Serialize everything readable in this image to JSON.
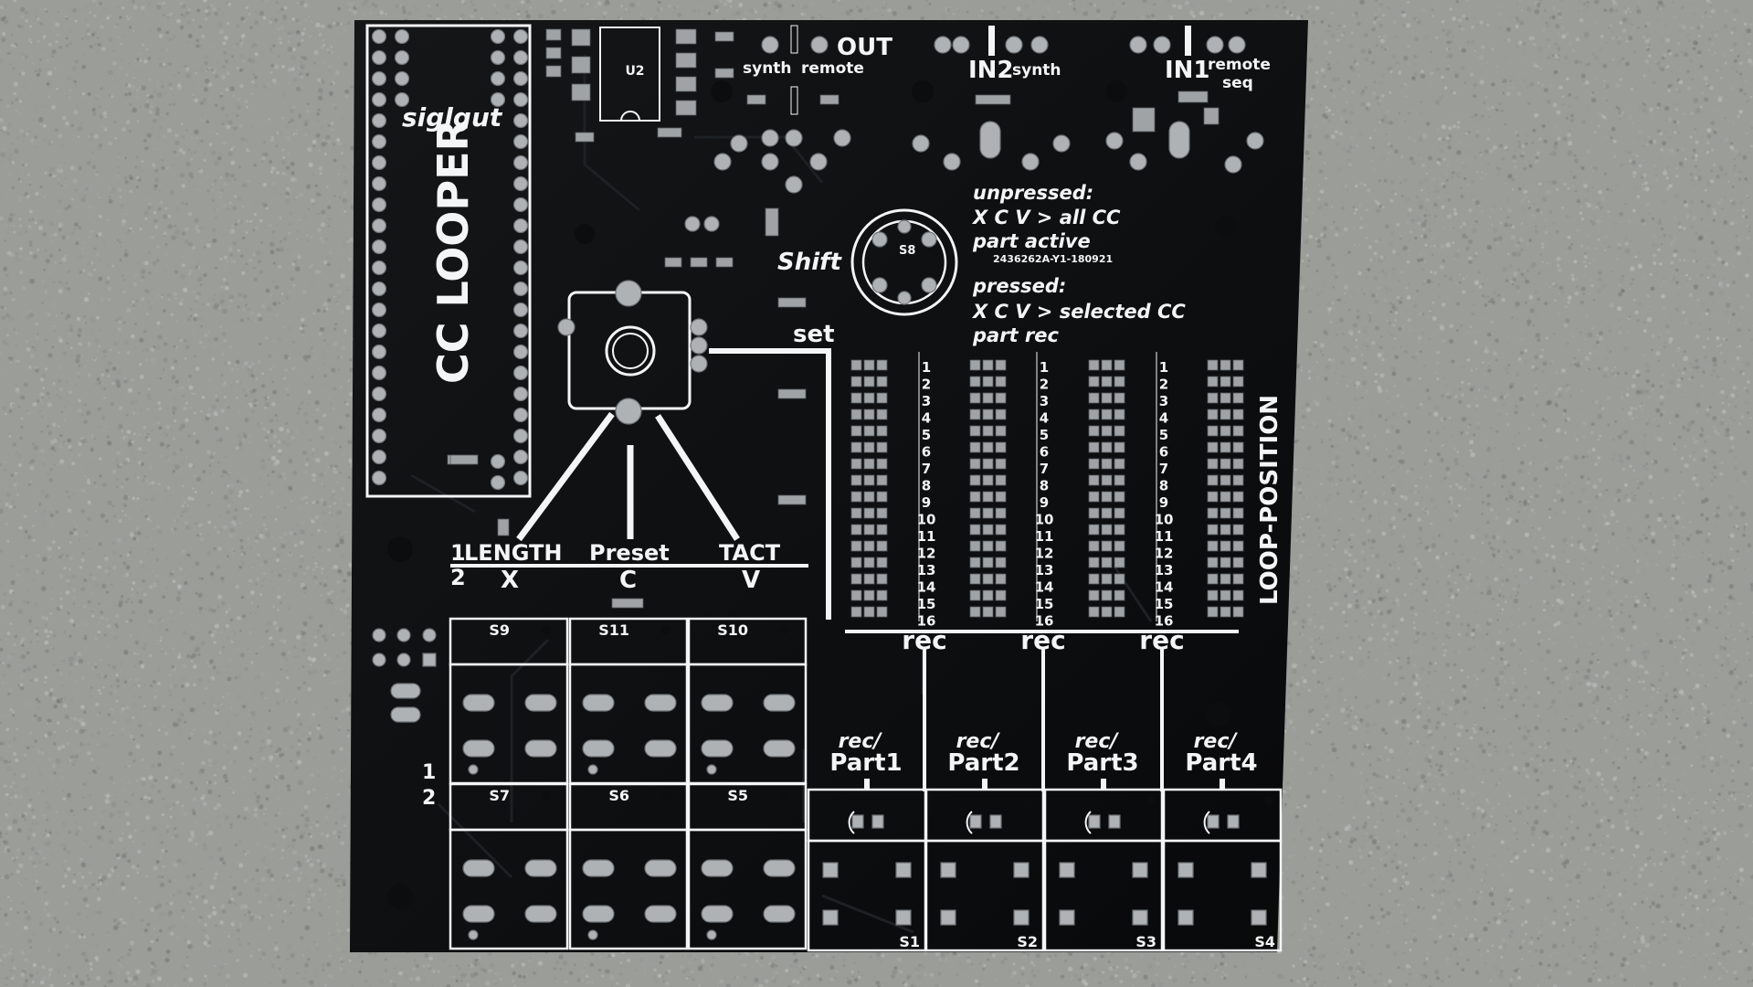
{
  "board": {
    "brand": "siglgut",
    "title": "CC LOOPER",
    "chip": "U2",
    "serial": "2436262A-Y1-180921",
    "side_label": "LOOP-POSITION"
  },
  "jacks": {
    "out": {
      "name": "OUT",
      "left": "synth",
      "right": "remote"
    },
    "in2": {
      "name": "IN2",
      "right": "synth"
    },
    "in1": {
      "name": "IN1",
      "right_top": "remote",
      "right_bottom": "seq"
    }
  },
  "help": {
    "l1": "unpressed:",
    "l2": "X C V > all CC",
    "l3": "part active",
    "l4": "pressed:",
    "l5": "X C V > selected CC",
    "l6": "part rec"
  },
  "shift": {
    "label": "Shift",
    "switch": "S8"
  },
  "encoder": {
    "set_label": "set"
  },
  "pots": {
    "row1_num": "1",
    "row2_num": "2",
    "length": "LENGTH",
    "preset": "Preset",
    "tact": "TACT",
    "x": "X",
    "c": "C",
    "v": "V"
  },
  "steps": [
    "1",
    "2",
    "3",
    "4",
    "5",
    "6",
    "7",
    "8",
    "9",
    "10",
    "11",
    "12",
    "13",
    "14",
    "15",
    "16"
  ],
  "rec_labels": [
    "rec",
    "rec",
    "rec"
  ],
  "parts": [
    {
      "top": "rec/",
      "bottom": "Part1",
      "switch": "S1"
    },
    {
      "top": "rec/",
      "bottom": "Part2",
      "switch": "S2"
    },
    {
      "top": "rec/",
      "bottom": "Part3",
      "switch": "S3"
    },
    {
      "top": "rec/",
      "bottom": "Part4",
      "switch": "S4"
    }
  ],
  "switches_top": [
    "S9",
    "S11",
    "S10"
  ],
  "switches_bottom": [
    "S7",
    "S6",
    "S5"
  ],
  "row_labels": {
    "row1": "1",
    "row2": "2"
  },
  "colors": {
    "soldermask": "#0b0c0d",
    "silkscreen": "#f3f5f6",
    "pads": "#aeb2b5",
    "concrete": "#9a9c98"
  }
}
